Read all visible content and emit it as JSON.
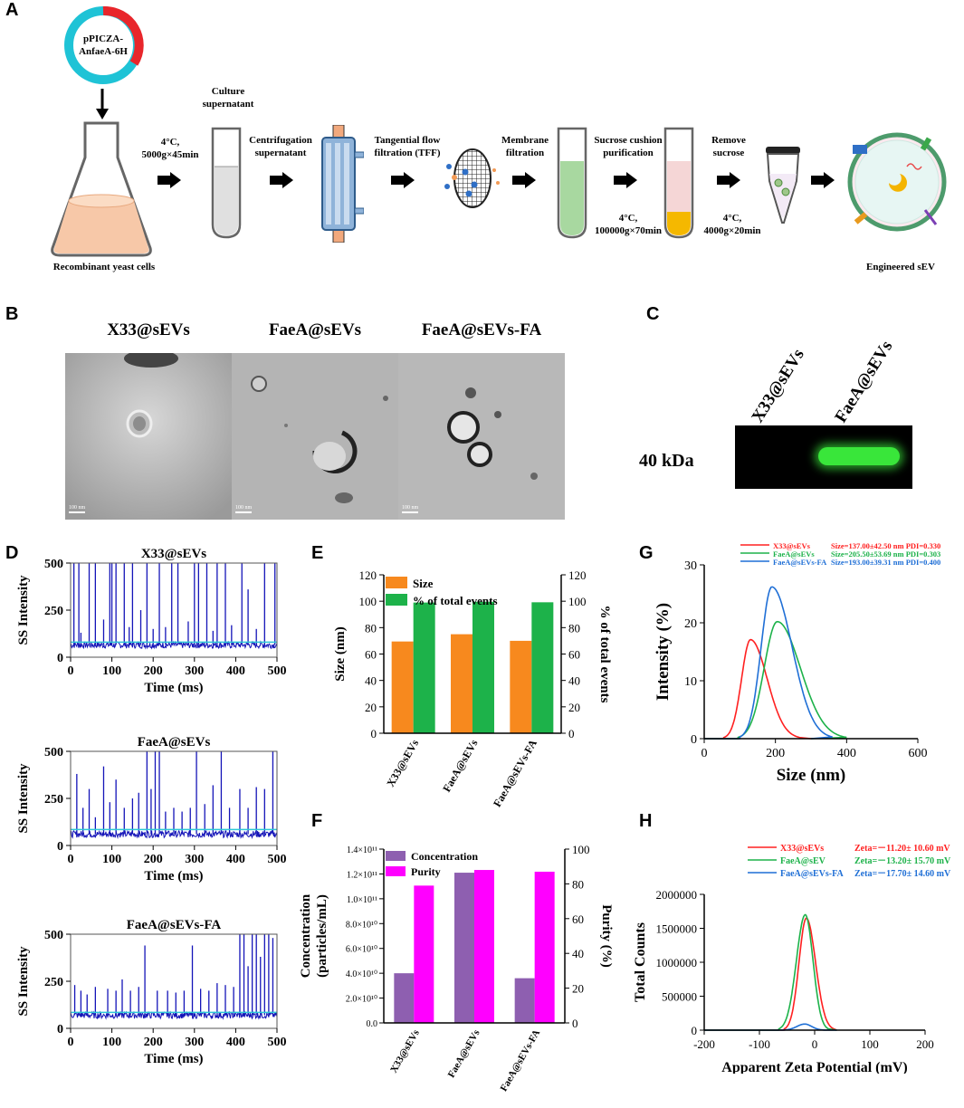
{
  "panel_letters": [
    "A",
    "B",
    "C",
    "D",
    "E",
    "F",
    "G",
    "H"
  ],
  "workflow": {
    "plasmid_label": [
      "pPICZA-",
      "AnfaeA-6H"
    ],
    "flask_label": "Recombinant yeast cells",
    "step1": [
      "4°C,",
      "5000g×45min"
    ],
    "culture_label": [
      "Culture",
      "supernatant"
    ],
    "centrifugation_label": [
      "Centrifugation",
      "supernatant"
    ],
    "tff_label": [
      "Tangential flow",
      "filtration (TFF)"
    ],
    "membrane_label": [
      "Membrane",
      "filtration"
    ],
    "sucrose_label": [
      "Sucrose cushion",
      "purification"
    ],
    "sucrose_cond": [
      "4°C,",
      "100000g×70min"
    ],
    "remove_label": [
      "Remove",
      "sucrose"
    ],
    "remove_cond": [
      "4°C,",
      "4000g×20min"
    ],
    "engineered_label": "Engineered sEV",
    "colors": {
      "plasmid_ring": "#1fc3d6",
      "plasmid_insert": "#e8262b",
      "flask_liquid": "#f7c8a8",
      "membrane_tube": "#a8d8a0",
      "sucrose_tube": "#f5d6d6",
      "sucrose_pellet": "#f5b800"
    }
  },
  "tem": {
    "titles": [
      "X33@sEVs",
      "FaeA@sEVs",
      "FaeA@sEVs-FA"
    ],
    "scale_text": "100 nm"
  },
  "western": {
    "lane_labels": [
      "X33@sEVs",
      "FaeA@sEVs"
    ],
    "marker": "40 kDa",
    "band_color": "#39e63a"
  },
  "chart_data": [
    {
      "id": "D",
      "type": "line",
      "subplots": [
        {
          "title": "X33@sEVs",
          "xlabel": "Time (ms)",
          "ylabel": "SS Intensity",
          "xlim": [
            0,
            500
          ],
          "ylim": [
            0,
            500
          ],
          "xticks": [
            0,
            100,
            200,
            300,
            400,
            500
          ],
          "yticks": [
            0,
            250,
            500
          ],
          "baseline": 65,
          "threshold": 80,
          "spikes": [
            [
              8,
              500
            ],
            [
              20,
              500
            ],
            [
              25,
              130
            ],
            [
              45,
              500
            ],
            [
              60,
              500
            ],
            [
              80,
              200
            ],
            [
              95,
              500
            ],
            [
              100,
              500
            ],
            [
              110,
              500
            ],
            [
              130,
              500
            ],
            [
              142,
              160
            ],
            [
              150,
              500
            ],
            [
              170,
              250
            ],
            [
              185,
              500
            ],
            [
              200,
              150
            ],
            [
              215,
              500
            ],
            [
              230,
              160
            ],
            [
              245,
              500
            ],
            [
              260,
              500
            ],
            [
              285,
              190
            ],
            [
              300,
              500
            ],
            [
              310,
              500
            ],
            [
              330,
              500
            ],
            [
              345,
              140
            ],
            [
              355,
              500
            ],
            [
              375,
              500
            ],
            [
              390,
              170
            ],
            [
              415,
              500
            ],
            [
              430,
              360
            ],
            [
              450,
              150
            ],
            [
              470,
              500
            ],
            [
              495,
              500
            ]
          ]
        },
        {
          "title": "FaeA@sEVs",
          "xlabel": "Time (ms)",
          "ylabel": "SS Intensity",
          "xlim": [
            0,
            500
          ],
          "ylim": [
            0,
            500
          ],
          "xticks": [
            0,
            100,
            200,
            300,
            400,
            500
          ],
          "yticks": [
            0,
            250,
            500
          ],
          "baseline": 60,
          "threshold": 85,
          "spikes": [
            [
              15,
              380
            ],
            [
              30,
              200
            ],
            [
              45,
              300
            ],
            [
              60,
              150
            ],
            [
              80,
              420
            ],
            [
              95,
              230
            ],
            [
              110,
              350
            ],
            [
              130,
              200
            ],
            [
              150,
              250
            ],
            [
              165,
              280
            ],
            [
              185,
              500
            ],
            [
              195,
              300
            ],
            [
              205,
              500
            ],
            [
              215,
              500
            ],
            [
              230,
              180
            ],
            [
              250,
              200
            ],
            [
              270,
              180
            ],
            [
              290,
              200
            ],
            [
              305,
              500
            ],
            [
              325,
              220
            ],
            [
              345,
              320
            ],
            [
              365,
              500
            ],
            [
              385,
              200
            ],
            [
              410,
              300
            ],
            [
              430,
              200
            ],
            [
              450,
              310
            ],
            [
              470,
              300
            ],
            [
              490,
              500
            ]
          ]
        },
        {
          "title": "FaeA@sEVs-FA",
          "xlabel": "Time (ms)",
          "ylabel": "SS Intensity",
          "xlim": [
            0,
            500
          ],
          "ylim": [
            0,
            500
          ],
          "xticks": [
            0,
            100,
            200,
            300,
            400,
            500
          ],
          "yticks": [
            0,
            250,
            500
          ],
          "baseline": 70,
          "threshold": 85,
          "spikes": [
            [
              10,
              230
            ],
            [
              25,
              200
            ],
            [
              40,
              180
            ],
            [
              60,
              220
            ],
            [
              90,
              210
            ],
            [
              110,
              200
            ],
            [
              125,
              260
            ],
            [
              145,
              200
            ],
            [
              165,
              220
            ],
            [
              180,
              440
            ],
            [
              210,
              200
            ],
            [
              235,
              200
            ],
            [
              255,
              190
            ],
            [
              275,
              200
            ],
            [
              295,
              440
            ],
            [
              315,
              210
            ],
            [
              335,
              200
            ],
            [
              355,
              240
            ],
            [
              375,
              230
            ],
            [
              395,
              220
            ],
            [
              410,
              500
            ],
            [
              420,
              500
            ],
            [
              430,
              330
            ],
            [
              440,
              500
            ],
            [
              450,
              500
            ],
            [
              460,
              380
            ],
            [
              470,
              500
            ],
            [
              480,
              500
            ],
            [
              490,
              480
            ]
          ]
        }
      ]
    },
    {
      "id": "E",
      "type": "bar",
      "categories": [
        "X33@sEVs",
        "FaeA@sEVs",
        "FaeA@sEVs-FA"
      ],
      "series": [
        {
          "name": "Size",
          "values": [
            69.5,
            75,
            70
          ],
          "color": "#f7891e",
          "axis": "left"
        },
        {
          "name": "% of total events",
          "values": [
            99,
            99.6,
            99.2
          ],
          "color": "#1db24a",
          "axis": "right"
        }
      ],
      "ylabel": "Size (nm)",
      "y2label": "% of total events",
      "ylim": [
        0,
        120
      ],
      "y2lim": [
        0,
        120
      ],
      "yticks": [
        0,
        20,
        40,
        60,
        80,
        100,
        120
      ]
    },
    {
      "id": "F",
      "type": "bar",
      "categories": [
        "X33@sEVs",
        "FaeA@sEVs",
        "FaeA@sEVs-FA"
      ],
      "series": [
        {
          "name": "Concentration",
          "values": [
            40000000000.0,
            121000000000.0,
            36000000000.0
          ],
          "color": "#8e5fb0",
          "axis": "left"
        },
        {
          "name": "Purity",
          "values": [
            79,
            88,
            87
          ],
          "color": "#ff00ff",
          "axis": "right"
        }
      ],
      "ylabel": "Concentration",
      "ylabel2": "(particles/mL)",
      "y2label": "Purity (%)",
      "ylim": [
        0,
        140000000000.0
      ],
      "yticks_labels": [
        "0.0",
        "2.0×10¹⁰",
        "4.0×10¹⁰",
        "6.0×10¹⁰",
        "8.0×10¹⁰",
        "1.0×10¹¹",
        "1.2×10¹¹",
        "1.4×10¹¹"
      ],
      "y2lim": [
        0,
        100
      ],
      "y2ticks": [
        0,
        20,
        40,
        60,
        80,
        100
      ]
    },
    {
      "id": "G",
      "type": "line",
      "xlabel": "Size (nm)",
      "ylabel": "Intensity (%)",
      "xlim": [
        0,
        600
      ],
      "ylim": [
        0,
        30
      ],
      "xticks": [
        0,
        200,
        400,
        600
      ],
      "yticks": [
        0,
        10,
        20,
        30
      ],
      "series": [
        {
          "name": "X33@sEVs",
          "color": "#ff2020",
          "peak_x": 130,
          "peak_y": 17.1,
          "start": 55,
          "end": 270,
          "info": "Size=137.00±42.50 nm  PDI=0.330"
        },
        {
          "name": "FaeA@sEVs",
          "color": "#1db24a",
          "peak_x": 205,
          "peak_y": 20.2,
          "start": 95,
          "end": 400,
          "info": "Size=205.50±53.69 nm  PDI=0.303"
        },
        {
          "name": "FaeA@sEVs-FA",
          "color": "#1f6fd6",
          "peak_x": 190,
          "peak_y": 26.2,
          "start": 100,
          "end": 360,
          "info": "Size=193.00±39.31 nm  PDI=0.400"
        }
      ]
    },
    {
      "id": "H",
      "type": "line",
      "xlabel": "Apparent Zeta Potential (mV)",
      "ylabel": "Total Counts",
      "xlim": [
        -200,
        200
      ],
      "ylim": [
        0,
        2000000
      ],
      "xticks": [
        -200,
        -100,
        0,
        100,
        200
      ],
      "yticks": [
        0,
        500000,
        1000000,
        1500000,
        2000000
      ],
      "series": [
        {
          "name": "X33@sEVs",
          "color": "#ff2020",
          "peak_x": -15,
          "peak_y": 1650000,
          "start": -55,
          "end": 35,
          "info": "Zeta=－11.20± 10.60 mV"
        },
        {
          "name": "FaeA@sEV",
          "color": "#1db24a",
          "peak_x": -17,
          "peak_y": 1700000,
          "start": -65,
          "end": 25,
          "info": "Zeta=－13.20± 15.70 mV"
        },
        {
          "name": "FaeA@sEVs-FA",
          "color": "#1f6fd6",
          "peak_x": -18,
          "peak_y": 90000,
          "start": -60,
          "end": 20,
          "info": "Zeta=－17.70± 14.60 mV"
        }
      ]
    }
  ]
}
